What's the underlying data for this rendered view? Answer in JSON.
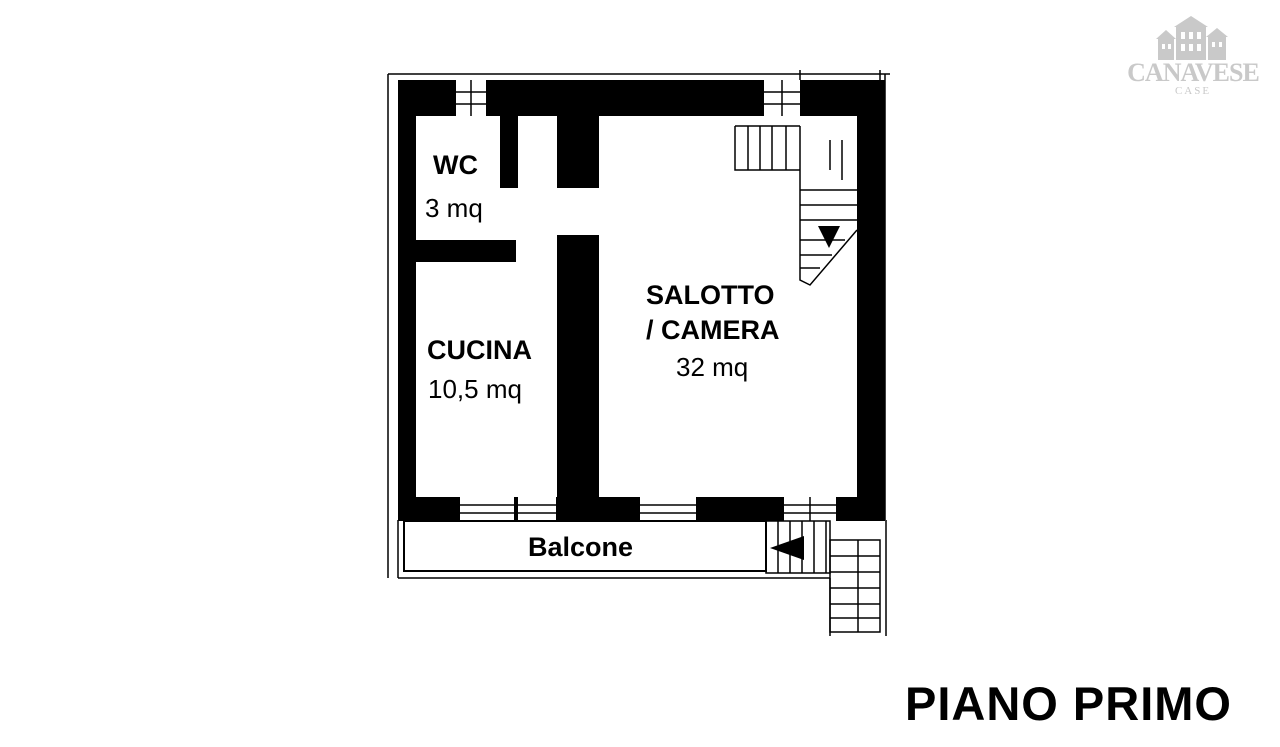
{
  "logo": {
    "name": "CANAVESE",
    "sub": "CASE"
  },
  "rooms": {
    "wc": {
      "name": "WC",
      "area": "3 mq"
    },
    "cucina": {
      "name": "CUCINA",
      "area": "10,5 mq"
    },
    "salotto": {
      "name_line1": "SALOTTO",
      "name_line2": "/ CAMERA",
      "area": "32 mq"
    },
    "balcone": {
      "name": "Balcone"
    }
  },
  "floor_title": "PIANO PRIMO",
  "colors": {
    "wall": "#000000",
    "background": "#ffffff",
    "logo": "#c9c9c9"
  }
}
